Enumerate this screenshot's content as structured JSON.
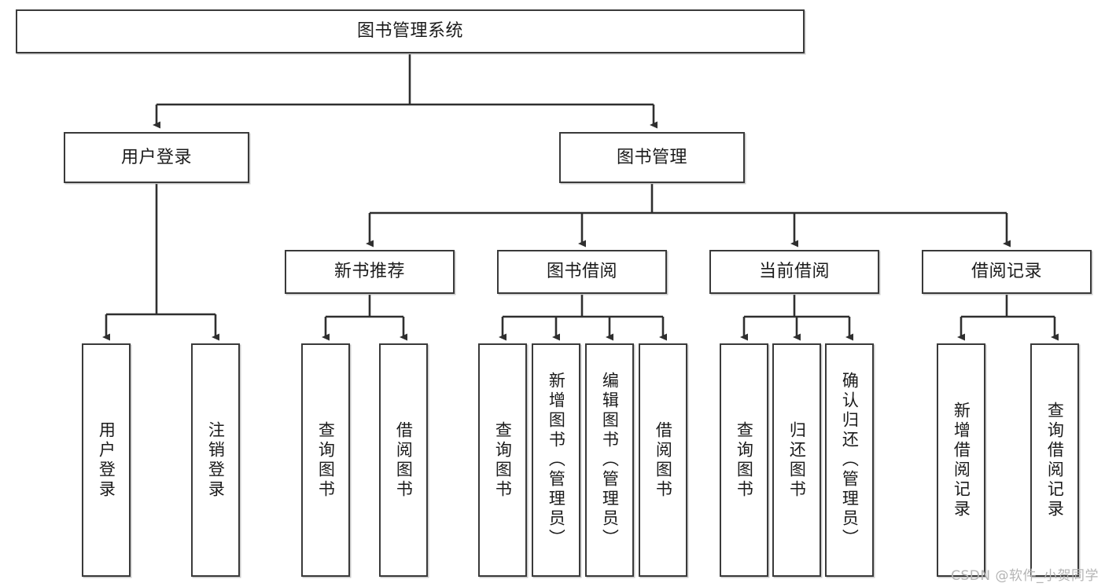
{
  "diagram": {
    "title": "图书管理系统",
    "type": "tree-hierarchy-chart",
    "orientation": "top-down",
    "colors": {
      "box_border": "#3a3a3a",
      "box_fill": "#ffffff",
      "connector": "#2f2f2f",
      "text": "#1b1b1b",
      "watermark": "#b4b4b4"
    },
    "nodes": {
      "root": {
        "label": "图书管理系统"
      },
      "level2": [
        {
          "id": "user-login",
          "label": "用户登录"
        },
        {
          "id": "book-management",
          "label": "图书管理"
        }
      ],
      "level3": [
        {
          "id": "new-book-recommend",
          "label": "新书推荐"
        },
        {
          "id": "book-borrow",
          "label": "图书借阅"
        },
        {
          "id": "current-borrow",
          "label": "当前借阅"
        },
        {
          "id": "borrow-record",
          "label": "借阅记录"
        }
      ],
      "leaves": [
        {
          "id": "leaf-user-login",
          "parent": "user-login",
          "label": "用户登录"
        },
        {
          "id": "leaf-logout-login",
          "parent": "user-login",
          "label": "注销登录"
        },
        {
          "id": "leaf-query-book-1",
          "parent": "new-book-recommend",
          "label": "查询图书"
        },
        {
          "id": "leaf-borrow-book-1",
          "parent": "new-book-recommend",
          "label": "借阅图书"
        },
        {
          "id": "leaf-query-book-2",
          "parent": "book-borrow",
          "label": "查询图书"
        },
        {
          "id": "leaf-add-book",
          "parent": "book-borrow",
          "label": "新增图书（管理员）"
        },
        {
          "id": "leaf-edit-book",
          "parent": "book-borrow",
          "label": "编辑图书（管理员）"
        },
        {
          "id": "leaf-borrow-book-2",
          "parent": "book-borrow",
          "label": "借阅图书"
        },
        {
          "id": "leaf-query-book-3",
          "parent": "current-borrow",
          "label": "查询图书"
        },
        {
          "id": "leaf-return-book",
          "parent": "current-borrow",
          "label": "归还图书"
        },
        {
          "id": "leaf-confirm-return",
          "parent": "current-borrow",
          "label": "确认归还（管理员）"
        },
        {
          "id": "leaf-add-record",
          "parent": "borrow-record",
          "label": "新增借阅记录"
        },
        {
          "id": "leaf-query-record",
          "parent": "borrow-record",
          "label": "查询借阅记录"
        }
      ]
    },
    "watermark": "CSDN @软件_小贺同学"
  }
}
